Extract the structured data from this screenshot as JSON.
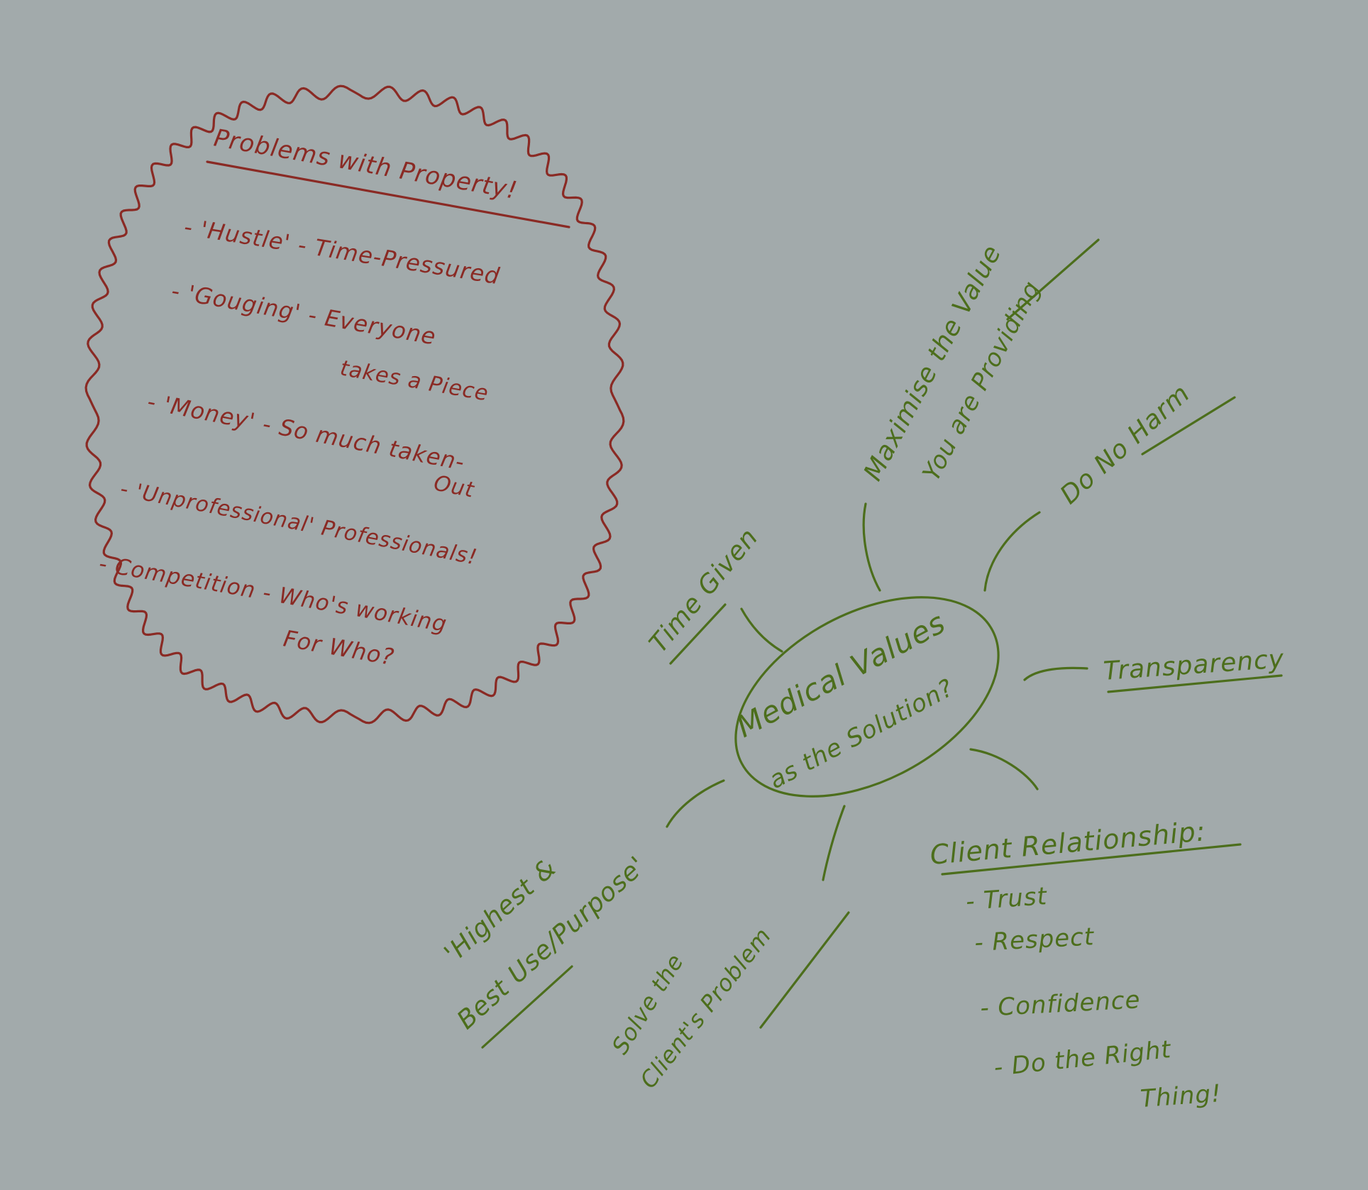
{
  "colors": {
    "background": "#a2aaab",
    "problems_ink": "#8a2a24",
    "solutions_ink": "#4c6e1c"
  },
  "problems": {
    "title": "Problems with Property!",
    "items": [
      {
        "line1": "- 'Hustle' - Time-Pressured",
        "line2": ""
      },
      {
        "line1": "- 'Gouging' - Everyone",
        "line2": "takes a Piece"
      },
      {
        "line1": "- 'Money' - So much taken-",
        "line2": "Out"
      },
      {
        "line1": "- 'Unprofessional' Professionals!",
        "line2": ""
      },
      {
        "line1": "- Competition - Who's working",
        "line2": "For Who?"
      }
    ]
  },
  "mindmap": {
    "center": {
      "line1": "Medical Values",
      "line2": "as the Solution?"
    },
    "branches": {
      "time_given": "Time Given",
      "maximise_line1": "Maximise the Value",
      "maximise_line2": "You are Providing",
      "do_no_harm": "Do No Harm",
      "transparency": "Transparency",
      "client_relationship": {
        "title": "Client Relationship:",
        "items": [
          "- Trust",
          "- Respect",
          "- Confidence",
          "- Do the Right",
          "Thing!"
        ]
      },
      "solve_line1": "Solve the",
      "solve_line2": "Client's Problem",
      "highest_line1": "'Highest &",
      "highest_line2": "Best Use/Purpose'"
    }
  }
}
